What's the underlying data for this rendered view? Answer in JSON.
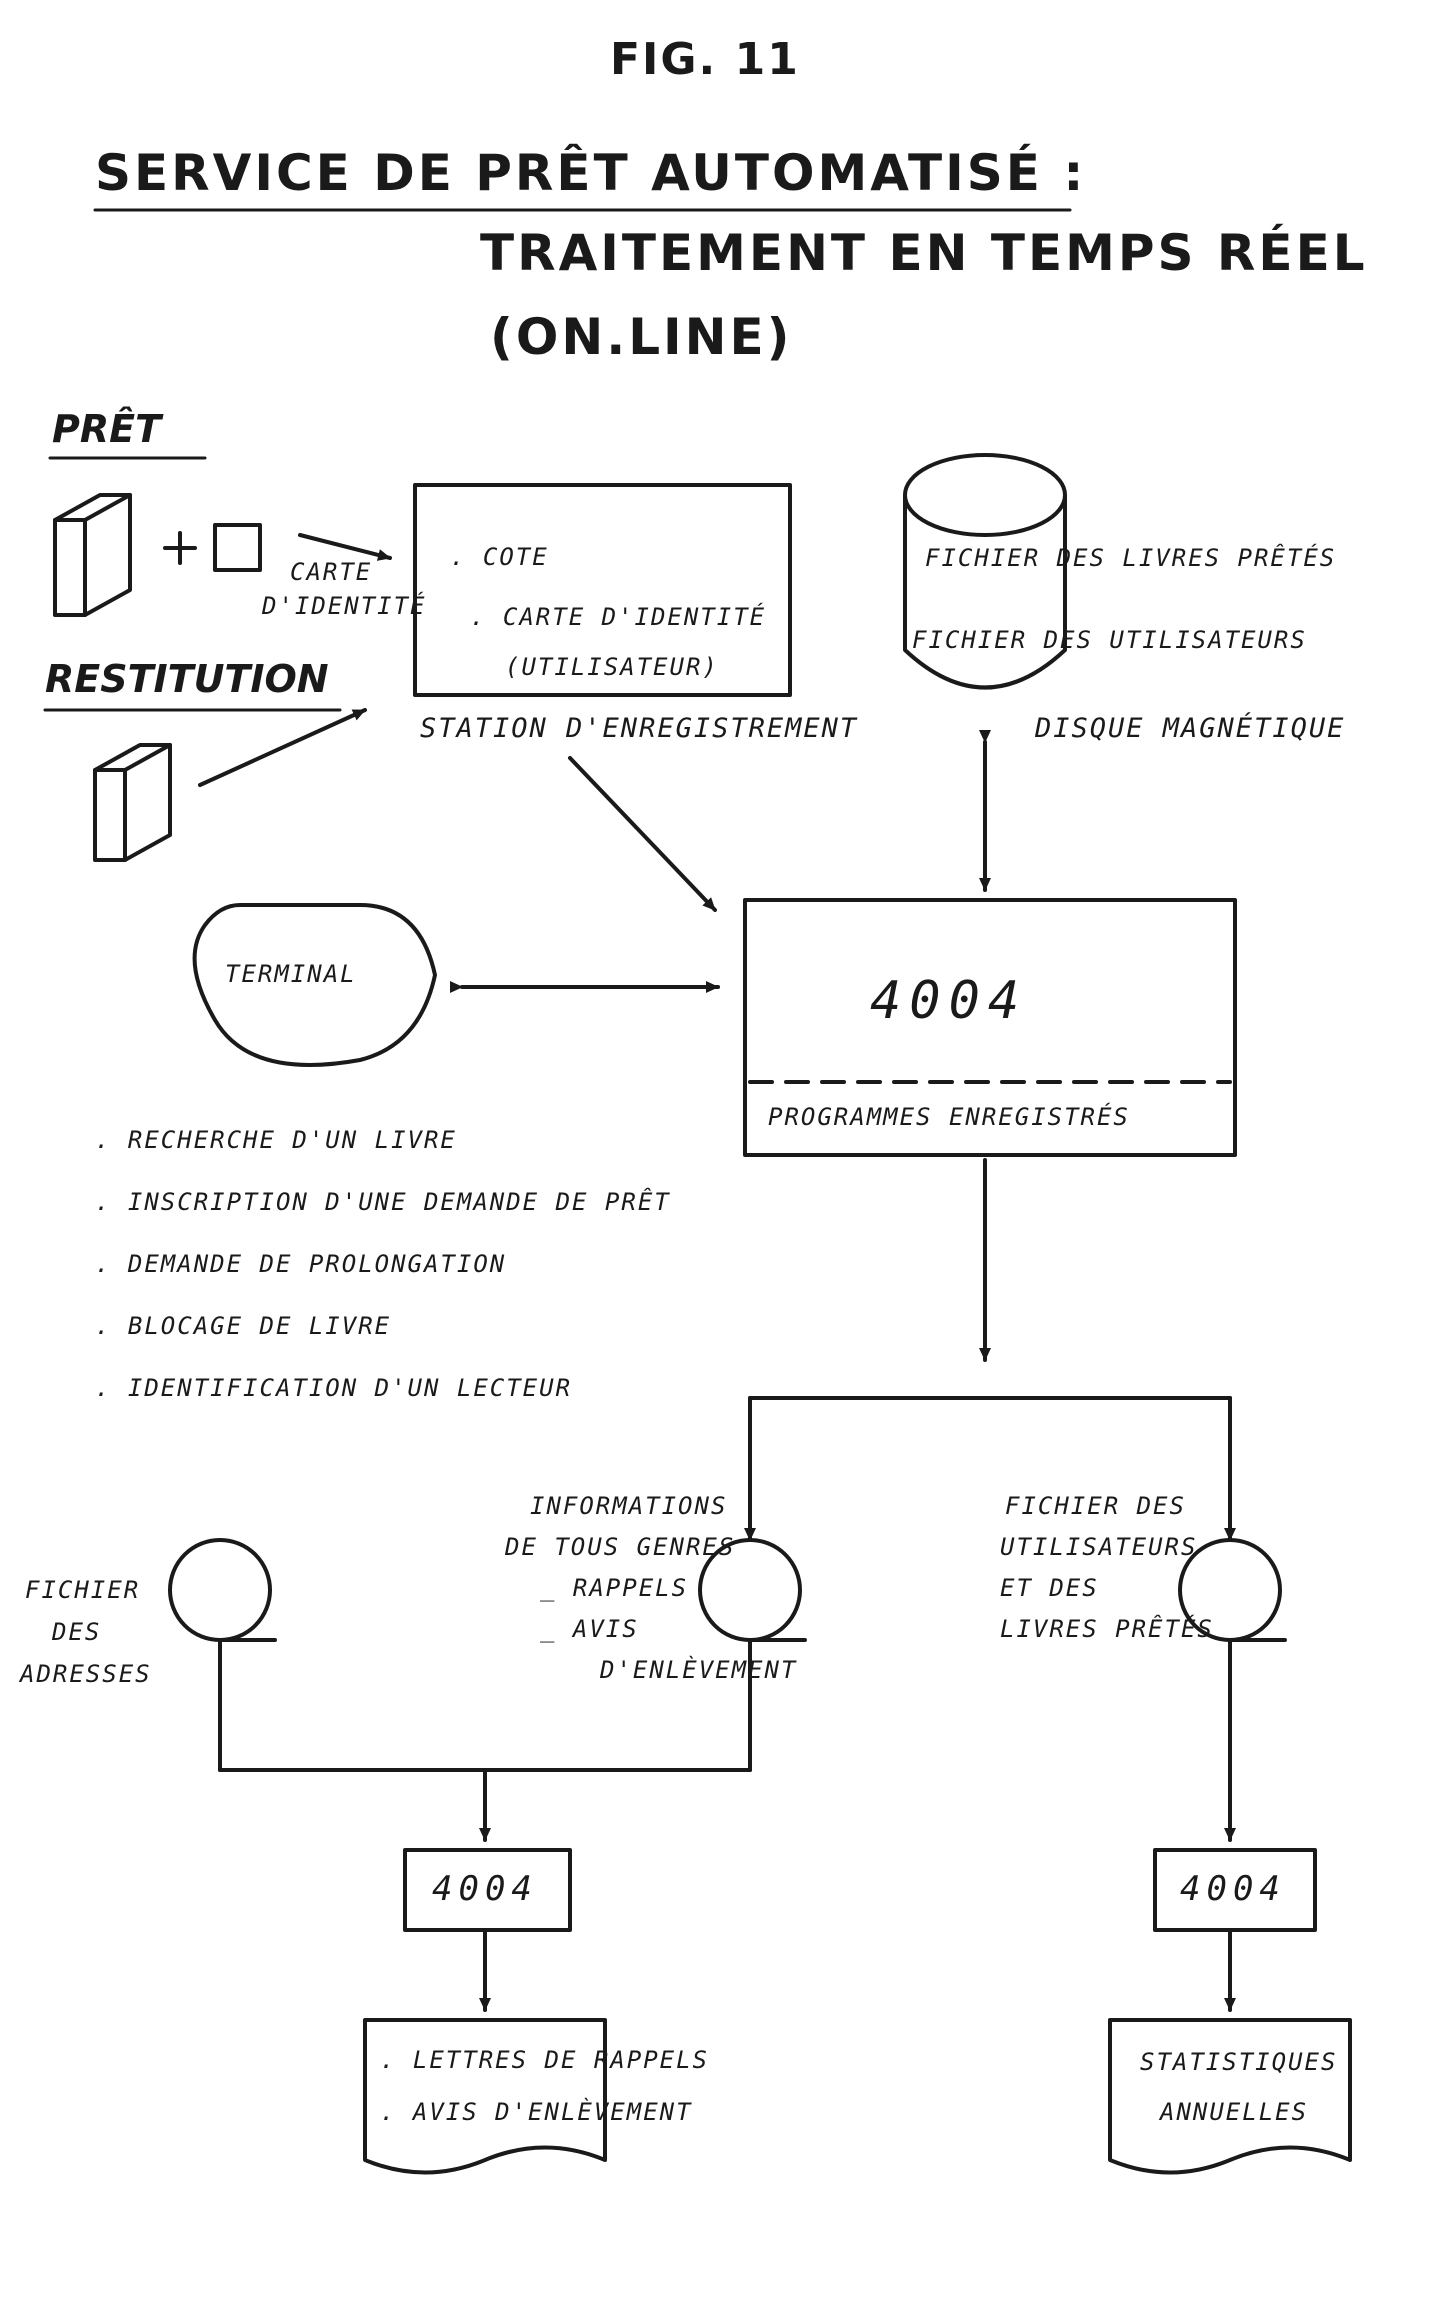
{
  "figure_label": "FIG. 11",
  "title": {
    "line1": "SERVICE DE PRÊT AUTOMATISÉ :",
    "line2": "TRAITEMENT EN TEMPS RÉEL",
    "line3": "(ON.LINE)"
  },
  "inputs": {
    "pret_label": "PRÊT",
    "restitution_label": "RESTITUTION",
    "carte_line1": "CARTE",
    "carte_line2": "D'IDENTITÉ"
  },
  "station": {
    "item1": ". COTE",
    "item2": ". CARTE D'IDENTITÉ",
    "item3": "(UTILISATEUR)",
    "caption": "STATION D'ENREGISTREMENT"
  },
  "disk": {
    "file1": "FICHIER DES LIVRES PRÊTÉS",
    "file2": "FICHIER DES UTILISATEURS",
    "caption": "DISQUE MAGNÉTIQUE"
  },
  "processor": {
    "code": "4004",
    "subtitle": "PROGRAMMES ENREGISTRÉS"
  },
  "terminal": {
    "label": "TERMINAL",
    "functions": [
      ". RECHERCHE D'UN LIVRE",
      ". INSCRIPTION D'UNE DEMANDE DE PRÊT",
      ". DEMANDE DE PROLONGATION",
      ". BLOCAGE DE LIVRE",
      ". IDENTIFICATION D'UN LECTEUR"
    ]
  },
  "tapes": {
    "left": [
      "FICHIER",
      "DES",
      "ADRESSES"
    ],
    "middle": [
      "INFORMATIONS",
      "DE TOUS GENRES",
      "_ RAPPELS",
      "_ AVIS",
      "D'ENLÈVEMENT"
    ],
    "right": [
      "FICHIER DES",
      "UTILISATEURS",
      "ET DES",
      "LIVRES PRÊTÉS"
    ]
  },
  "outputs": {
    "left_code": "4004",
    "right_code": "4004",
    "left_doc": [
      ". LETTRES DE RAPPELS",
      ". AVIS D'ENLÈVEMENT"
    ],
    "right_doc": [
      "STATISTIQUES",
      "ANNUELLES"
    ]
  }
}
